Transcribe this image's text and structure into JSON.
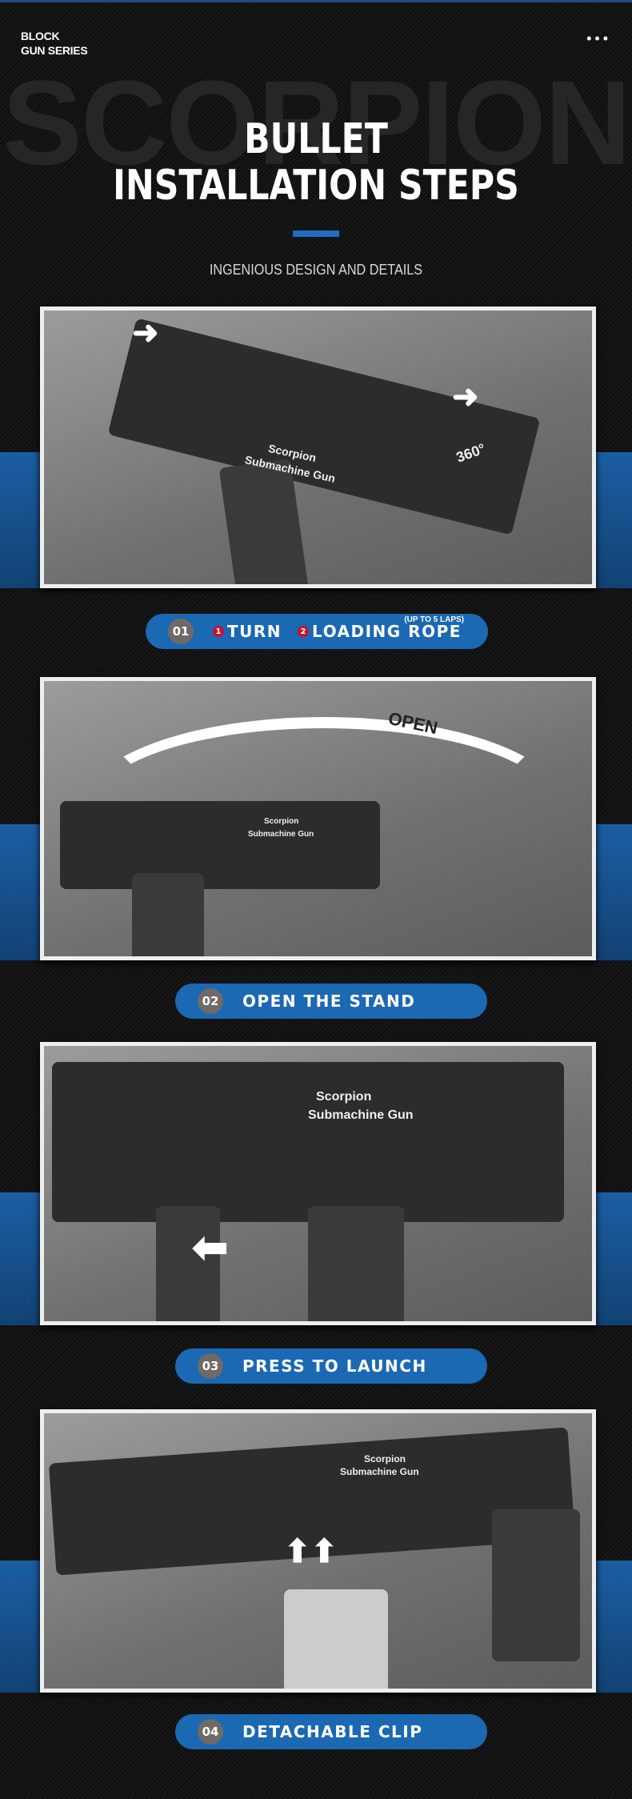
{
  "header": {
    "brand_line1": "BLOCK",
    "brand_line2": "GUN SERIES",
    "menu_icon": "more-dots-icon",
    "background_word": "SCORPION",
    "title_line1": "BULLET",
    "title_line2": "INSTALLATION STEPS",
    "subtitle": "INGENIOUS DESIGN AND DETAILS"
  },
  "colors": {
    "accent": "#1b68b3",
    "badge_number": "#6f6a66",
    "marker": "#c8102e"
  },
  "steps": [
    {
      "num": "01",
      "marker1": "1",
      "label1": "TURN",
      "marker2": "2",
      "label2": "LOADING ROPE",
      "note": "(UP TO 5 LAPS)",
      "image_text": [
        "Scorpion",
        "Submachine Gun",
        "360°"
      ]
    },
    {
      "num": "02",
      "label": "OPEN THE STAND",
      "image_text": [
        "OPEN",
        "Scorpion",
        "Submachine Gun"
      ]
    },
    {
      "num": "03",
      "label": "PRESS TO LAUNCH",
      "image_text": [
        "Scorpion",
        "Submachine Gun"
      ]
    },
    {
      "num": "04",
      "label": "DETACHABLE CLIP",
      "image_text": [
        "Scorpion",
        "Submachine Gun"
      ]
    }
  ]
}
